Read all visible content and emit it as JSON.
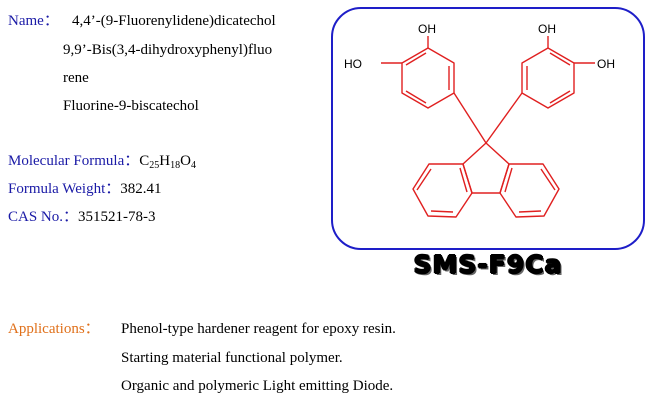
{
  "name": {
    "label": "Name：",
    "lines": [
      "4,4’-(9-Fluorenylidene)dicatechol",
      "9,9’-Bis(3,4-dihydroxyphenyl)fluo",
      "rene",
      "Fluorine-9-biscatechol"
    ]
  },
  "formula": {
    "label": "Molecular Formula：",
    "c": "C",
    "c_n": "25",
    "h": "H",
    "h_n": "18",
    "o": "O",
    "o_n": "4"
  },
  "weight": {
    "label": "Formula Weight：",
    "value": "382.41"
  },
  "cas": {
    "label": "CAS No.：",
    "value": "351521-78-3"
  },
  "structure": {
    "oh_labels": [
      "OH",
      "OH",
      "HO",
      "OH"
    ],
    "bond_color": "#e02020",
    "border_color": "#1e1ec8"
  },
  "product_code": "SMS-F9Ca",
  "applications": {
    "label": "Applications：",
    "lines": [
      "Phenol-type hardener reagent for epoxy resin.",
      "Starting material functional polymer.",
      "Organic and polymeric Light emitting Diode."
    ]
  },
  "colors": {
    "label_blue": "#1a1aa6",
    "label_orange": "#e0701a"
  }
}
